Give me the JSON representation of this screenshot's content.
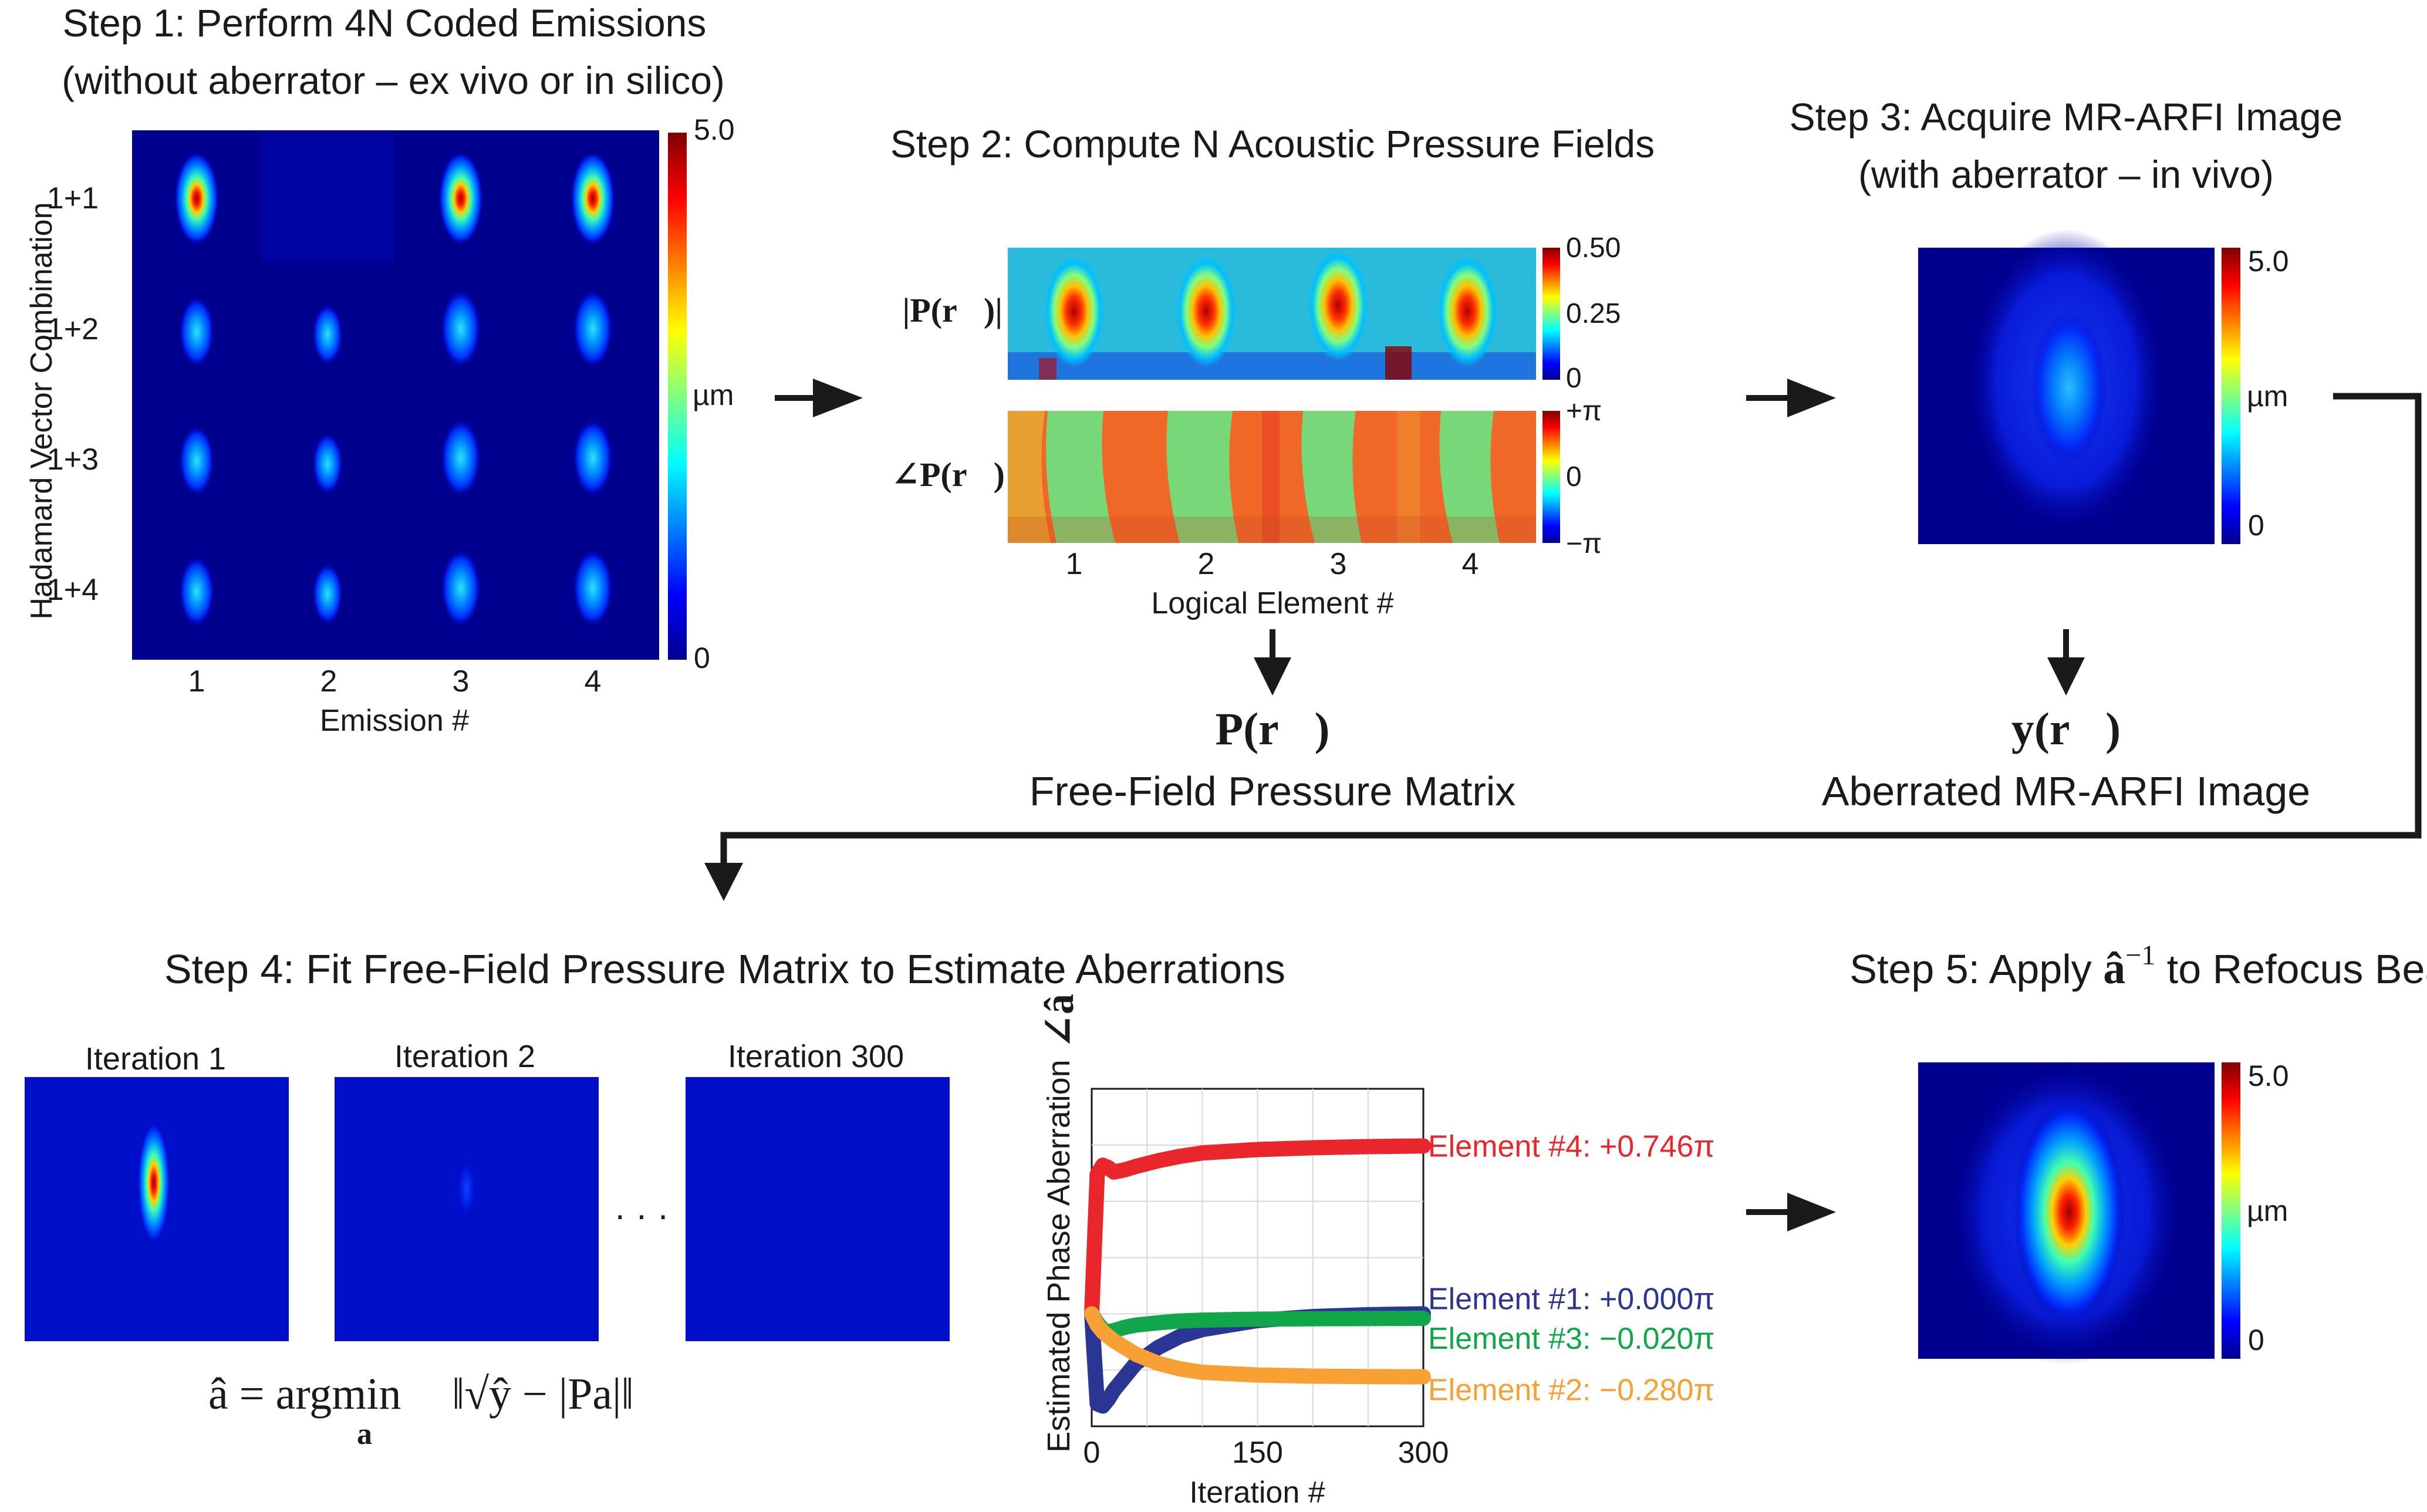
{
  "colors": {
    "jet_dark_blue": "#00008f",
    "jet_blue": "#0000ff",
    "jet_cyan": "#00ffff",
    "jet_yellow": "#ffff00",
    "jet_red": "#ff0000",
    "element1": "#2b3593",
    "element2": "#f7a034",
    "element3": "#12a64a",
    "element4": "#e8262b",
    "arrow": "#1a1a1a"
  },
  "step1": {
    "title_line1": "Step 1: Perform 4N Coded Emissions",
    "title_line2": "(without aberrator – ex vivo or in silico)",
    "ylabel": "Hadamard Vector Combination",
    "row_labels": [
      "1+1",
      "1+2",
      "1+3",
      "1+4"
    ],
    "col_labels": [
      "1",
      "2",
      "3",
      "4"
    ],
    "xlabel": "Emission #",
    "cbar_max": "5.0",
    "cbar_mid": "µm",
    "cbar_min": "0"
  },
  "step2": {
    "title": "Step 2: Compute N Acoustic Pressure Fields",
    "mag_label": "|P(r⃗)|",
    "phase_label": "∠P(r⃗)",
    "mag_cbar": [
      "0.50",
      "0.25",
      "0"
    ],
    "phase_cbar": [
      "+π",
      "0",
      "−π"
    ],
    "col_labels": [
      "1",
      "2",
      "3",
      "4"
    ],
    "xlabel": "Logical Element #",
    "output_symbol": "P(r⃗)",
    "output_caption": "Free-Field Pressure Matrix"
  },
  "step3": {
    "title_line1": "Step 3: Acquire MR-ARFI Image",
    "title_line2": "(with aberrator – in vivo)",
    "cbar_max": "5.0",
    "cbar_mid": "µm",
    "cbar_min": "0",
    "output_symbol": "y(r⃗)",
    "output_caption": "Aberrated MR-ARFI Image"
  },
  "step4": {
    "title": "Step 4: Fit Free-Field Pressure Matrix to Estimate Aberrations",
    "iteration_labels": [
      "Iteration 1",
      "Iteration 2",
      "Iteration 300"
    ],
    "ellipsis": "· · ·",
    "equation_lhs": "â = argmin",
    "equation_sub": "a",
    "equation_rhs": "‖√ŷ − |Pa|‖"
  },
  "step5": {
    "title_prefix": "Step 5: Apply ",
    "title_symbol": "â",
    "title_exponent": "−1",
    "title_suffix": " to Refocus Beam",
    "cbar_max": "5.0",
    "cbar_mid": "µm",
    "cbar_min": "0"
  },
  "chart_data": {
    "type": "line",
    "title": "",
    "ylabel": "Estimated Phase Aberration",
    "ylabel_symbol": "∠â",
    "xlabel": "Iteration #",
    "xlim": [
      0,
      300
    ],
    "xticks": [
      "0",
      "150",
      "300"
    ],
    "ylim": [
      -0.5,
      1.0
    ],
    "grid": true,
    "x": [
      0,
      5,
      10,
      15,
      20,
      30,
      40,
      60,
      80,
      100,
      150,
      200,
      250,
      300
    ],
    "series": [
      {
        "name": "Element #4: +0.746π",
        "values": [
          0.0,
          0.62,
          0.66,
          0.65,
          0.63,
          0.64,
          0.655,
          0.68,
          0.7,
          0.715,
          0.73,
          0.738,
          0.743,
          0.746
        ]
      },
      {
        "name": "Element #1: +0.000π",
        "values": [
          0.0,
          -0.4,
          -0.41,
          -0.38,
          -0.34,
          -0.28,
          -0.22,
          -0.15,
          -0.1,
          -0.07,
          -0.03,
          -0.012,
          -0.004,
          0.0
        ]
      },
      {
        "name": "Element #3: −0.020π",
        "values": [
          0.0,
          -0.04,
          -0.07,
          -0.08,
          -0.075,
          -0.06,
          -0.05,
          -0.04,
          -0.032,
          -0.028,
          -0.024,
          -0.022,
          -0.021,
          -0.02
        ]
      },
      {
        "name": "Element #2: −0.280π",
        "values": [
          0.0,
          -0.05,
          -0.08,
          -0.1,
          -0.12,
          -0.15,
          -0.18,
          -0.22,
          -0.245,
          -0.26,
          -0.272,
          -0.277,
          -0.279,
          -0.28
        ]
      }
    ]
  }
}
